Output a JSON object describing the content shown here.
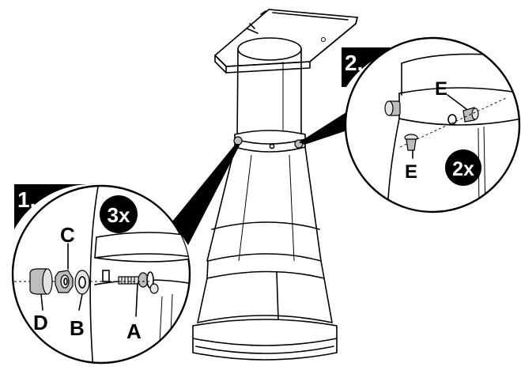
{
  "steps": [
    {
      "number": "1.",
      "multiplier": "3x"
    },
    {
      "number": "2.",
      "multiplier": "2x"
    }
  ],
  "parts": {
    "a": "A",
    "b": "B",
    "c": "C",
    "d": "D",
    "e_top": "E",
    "e_bottom": "E"
  },
  "colors": {
    "ink": "#000000",
    "part_gray": "#bdbdbd",
    "paper": "#ffffff"
  },
  "icons": [
    "bolt-icon",
    "washer-icon",
    "nut-icon",
    "cap-icon",
    "plug-icon"
  ]
}
